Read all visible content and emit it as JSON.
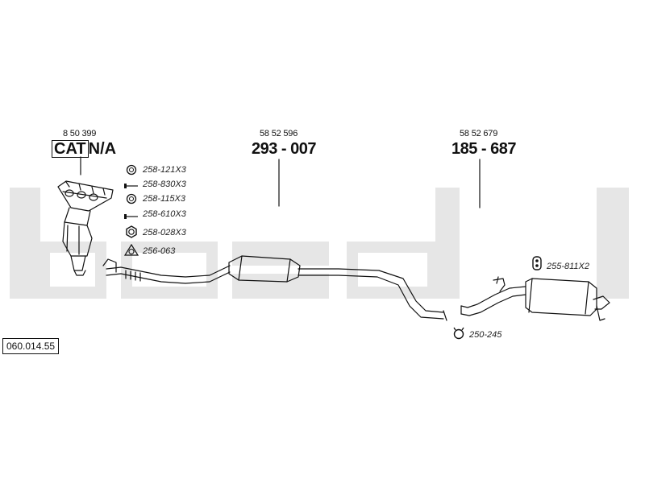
{
  "watermark": {
    "text": "bosal",
    "color": "#e6e6e6"
  },
  "diagram_ref": "060.014.55",
  "sections": [
    {
      "oem": "8 50 399",
      "cat_label": "CAT",
      "cat_suffix": "N/A"
    },
    {
      "oem": "58 52 596",
      "part": "293 - 007"
    },
    {
      "oem": "58 52 679",
      "part": "185 - 687"
    }
  ],
  "hardware": [
    {
      "code": "258-121X3",
      "icon": "ring-icon"
    },
    {
      "code": "258-830X3",
      "icon": "bolt-icon"
    },
    {
      "code": "258-115X3",
      "icon": "ring-icon"
    },
    {
      "code": "258-610X3",
      "icon": "bolt-icon"
    },
    {
      "code": "258-028X3",
      "icon": "nut-icon"
    },
    {
      "code": "256-063",
      "icon": "gasket-icon"
    },
    {
      "code": "255-811X2",
      "icon": "rubber-mount-icon"
    },
    {
      "code": "250-245",
      "icon": "clamp-icon"
    }
  ]
}
